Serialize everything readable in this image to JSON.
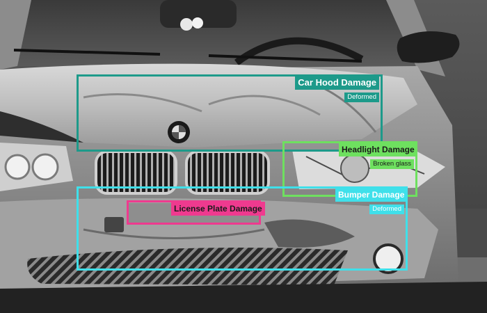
{
  "annotations": [
    {
      "id": "hood",
      "label": "Car Hood Damage",
      "detail": "Deformed",
      "color": "#1d9a8a"
    },
    {
      "id": "headlight",
      "label": "Headlight Damage",
      "detail": "Broken glass",
      "color": "#6ee05f"
    },
    {
      "id": "bumper",
      "label": "Bumper Damage",
      "detail": "Deformed",
      "color": "#3fe0ea"
    },
    {
      "id": "plate",
      "label": "License Plate Damage",
      "color": "#ef3a8f"
    }
  ]
}
